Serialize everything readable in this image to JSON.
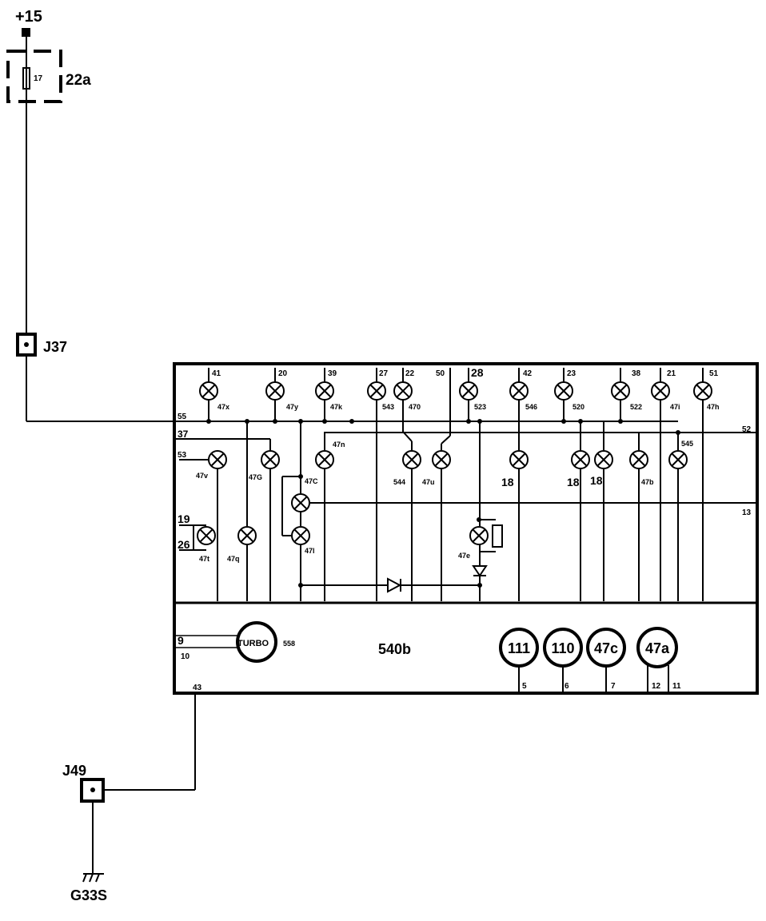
{
  "labels": {
    "supply": "+15",
    "fuse_box": "22a",
    "fuse_no": "17",
    "connector_top": "J37",
    "connector_bottom": "J49",
    "ground": "G33S",
    "cluster": "540b",
    "turbo": "TURBO",
    "turbo_ref": "558"
  },
  "pins": [
    "41",
    "20",
    "39",
    "27",
    "22",
    "50",
    "28",
    "42",
    "23",
    "38",
    "21",
    "51",
    "55",
    "37",
    "53",
    "19",
    "26",
    "52",
    "13",
    "9",
    "10",
    "43",
    "5",
    "6",
    "7",
    "12",
    "11"
  ],
  "lamps": [
    "47x",
    "47y",
    "47k",
    "543",
    "470",
    "523",
    "546",
    "520",
    "522",
    "47i",
    "47h",
    "47v",
    "47G",
    "47n",
    "47C",
    "544",
    "47u",
    "18",
    "18",
    "18",
    "47b",
    "545",
    "47q",
    "47l",
    "47t",
    "47e"
  ],
  "gauges": [
    "111",
    "110",
    "47c",
    "47a"
  ]
}
